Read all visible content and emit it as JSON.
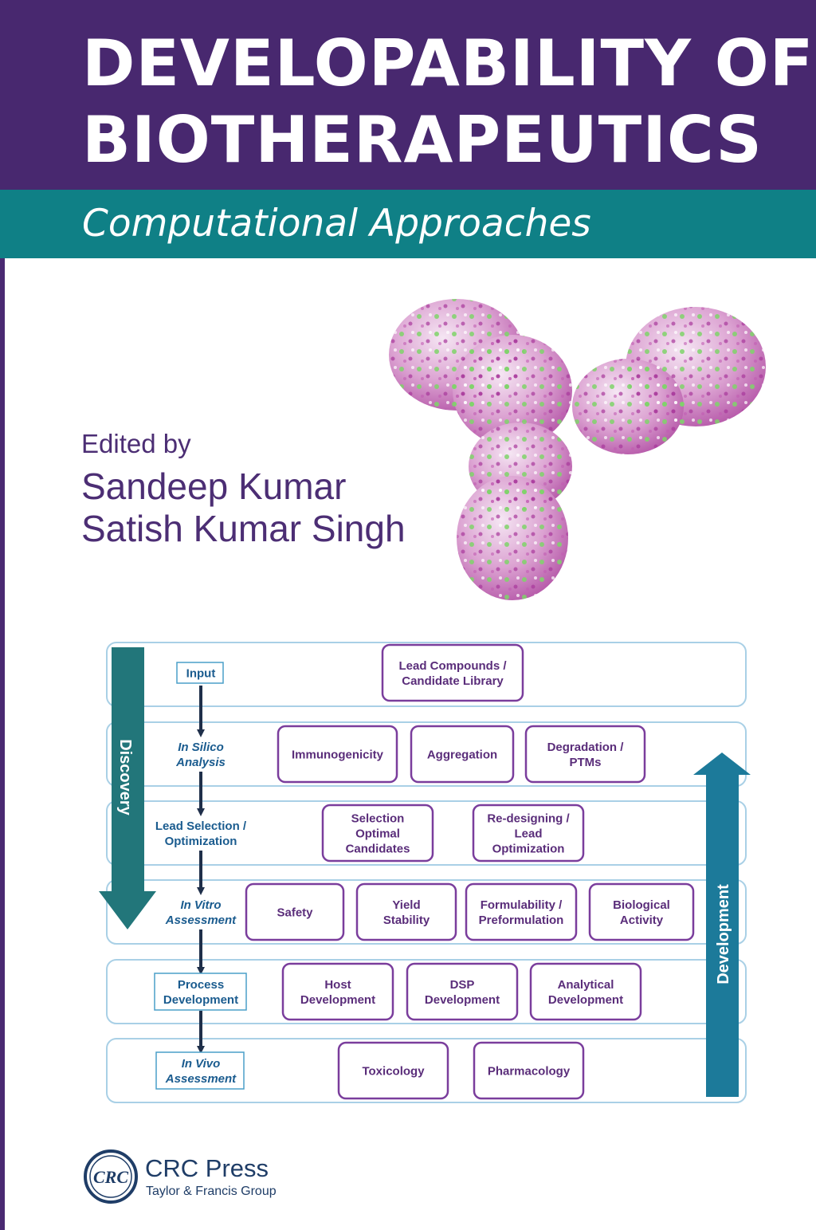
{
  "cover": {
    "title_line_1": "DEVELOPABILITY OF",
    "title_line_2": "BIOTHERAPEUTICS",
    "subtitle": "Computational Approaches",
    "edited_by": "Edited by",
    "editors": [
      "Sandeep Kumar",
      "Satish Kumar Singh"
    ],
    "colors": {
      "title_band": "#48286f",
      "subtitle_band": "#0f8086",
      "text_purple": "#4c2e74",
      "box_border": "#7a3d9c",
      "row_border": "#a9d0e6",
      "discovery_arrow": "#22767a",
      "development_arrow": "#1c7a9a"
    }
  },
  "flowchart": {
    "discovery_label": "Discovery",
    "development_label": "Development",
    "stages": [
      {
        "label": [
          "Input"
        ],
        "italic": false,
        "boxed": true,
        "items": [
          [
            "Lead Compounds /",
            "Candidate Library"
          ]
        ]
      },
      {
        "label": [
          "In Silico",
          "Analysis"
        ],
        "italic": true,
        "boxed": false,
        "items": [
          [
            "Immunogenicity"
          ],
          [
            "Aggregation"
          ],
          [
            "Degradation /",
            "PTMs"
          ]
        ]
      },
      {
        "label": [
          "Lead Selection /",
          "Optimization"
        ],
        "italic": false,
        "boxed": false,
        "items": [
          [
            "Selection",
            "Optimal",
            "Candidates"
          ],
          [
            "Re-designing /",
            "Lead",
            "Optimization"
          ]
        ]
      },
      {
        "label": [
          "In Vitro",
          "Assessment"
        ],
        "italic": true,
        "boxed": false,
        "items": [
          [
            "Safety"
          ],
          [
            "Yield",
            "Stability"
          ],
          [
            "Formulability /",
            "Preformulation"
          ],
          [
            "Biological",
            "Activity"
          ]
        ]
      },
      {
        "label": [
          "Process",
          "Development"
        ],
        "italic": false,
        "boxed": true,
        "items": [
          [
            "Host",
            "Development"
          ],
          [
            "DSP",
            "Development"
          ],
          [
            "Analytical",
            "Development"
          ]
        ]
      },
      {
        "label": [
          "In Vivo",
          "Assessment"
        ],
        "italic": true,
        "boxed": true,
        "items": [
          [
            "Toxicology"
          ],
          [
            "Pharmacology"
          ]
        ]
      }
    ]
  },
  "publisher": {
    "logo_text": "CRC",
    "name": "CRC Press",
    "group": "Taylor & Francis Group"
  }
}
